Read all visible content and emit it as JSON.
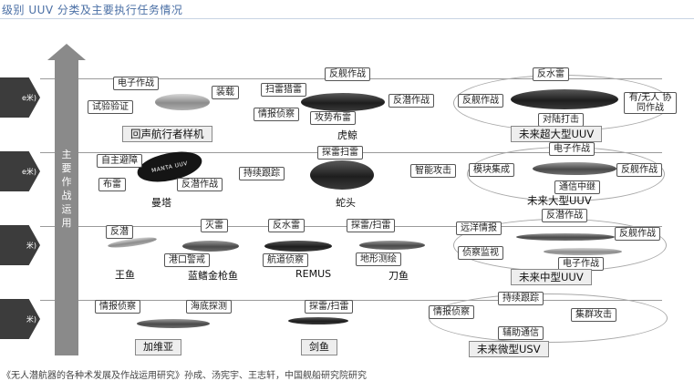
{
  "title": "级别 UUV 分类及主要执行任务情况",
  "footnote": "《无人潜航器的各种术发展及作战运用研究》孙成、汤宪宇、王志轩，中国舰船研究院研究",
  "axis_label": [
    "主",
    "要",
    "作",
    "战",
    "运",
    "用"
  ],
  "bands": [
    {
      "tab": "e米)",
      "vehicles": [
        {
          "name": "回声航行者样机",
          "tags": [
            "电子作战",
            "装载",
            "试验验证"
          ]
        },
        {
          "name": "虎鲸",
          "tags": [
            "扫雷猎雷",
            "反舰作战",
            "情报侦察",
            "反潜作战",
            "攻势布雷"
          ]
        },
        {
          "name": "未来超大型UUV",
          "tags": [
            "反水雷",
            "反舰作战",
            "有/无人 协同作战",
            "对陆打击"
          ]
        }
      ]
    },
    {
      "tab": "e米)",
      "vehicles": [
        {
          "name": "曼塔",
          "logo": "MANTA UUV",
          "tags": [
            "自主避障",
            "布雷",
            "反潜作战"
          ]
        },
        {
          "name": "蛇头",
          "tags": [
            "探雷扫雷",
            "持续跟踪",
            "智能攻击"
          ]
        },
        {
          "name": "未来大型UUV",
          "tags": [
            "电子作战",
            "模块集成",
            "反舰作战",
            "通信中继"
          ]
        }
      ]
    },
    {
      "tab": "米)",
      "vehicles": [
        {
          "name": "王鱼",
          "tags": [
            "反潜"
          ]
        },
        {
          "name": "蓝鳍金枪鱼",
          "tags": [
            "灭雷",
            "港口警戒"
          ]
        },
        {
          "name": "REMUS",
          "tags": [
            "反水雷",
            "航道侦察"
          ]
        },
        {
          "name": "刀鱼",
          "tags": [
            "探雷/扫雷",
            "地形测绘"
          ]
        },
        {
          "name": "未来中型UUV",
          "tags": [
            "反潜作战",
            "远洋情报",
            "反舰作战",
            "侦察监视",
            "电子作战"
          ]
        }
      ]
    },
    {
      "tab": "米)",
      "vehicles": [
        {
          "name": "加维亚",
          "tags": [
            "情报侦察",
            "海底探测"
          ]
        },
        {
          "name": "剑鱼",
          "tags": [
            "探雷/扫雷"
          ]
        },
        {
          "name": "未来微型USV",
          "tags": [
            "持续跟踪",
            "情报侦察",
            "集群攻击",
            "辅助通信"
          ]
        }
      ]
    }
  ]
}
